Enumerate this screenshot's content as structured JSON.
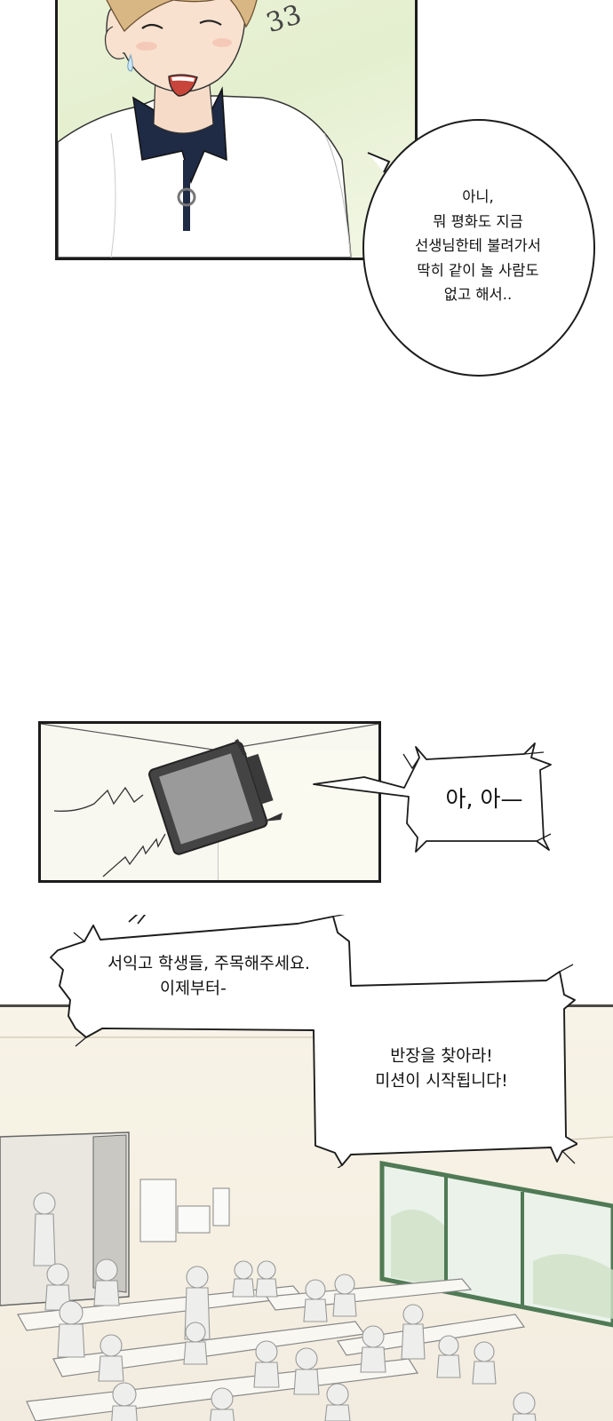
{
  "panel1": {
    "sfx": "33",
    "bubble_lines": [
      "아니,",
      "뭐 평화도 지금",
      "선생님한테 불려가서",
      "딱히 같이 놀 사람도",
      "없고 해서.."
    ]
  },
  "panel2": {
    "speech": "아, 아—"
  },
  "announcement": {
    "lines": [
      "서익고 학생들, 주목해주세요.",
      "이제부터-"
    ],
    "mission_lines": [
      "반장을 찾아라!",
      "미션이 시작됩니다!"
    ]
  },
  "colors": {
    "ink": "#1c1c1c",
    "panel1_bg": "#e4efcf",
    "classroom_bg": "#f5f0e2",
    "window_frame": "#4f7a55"
  }
}
